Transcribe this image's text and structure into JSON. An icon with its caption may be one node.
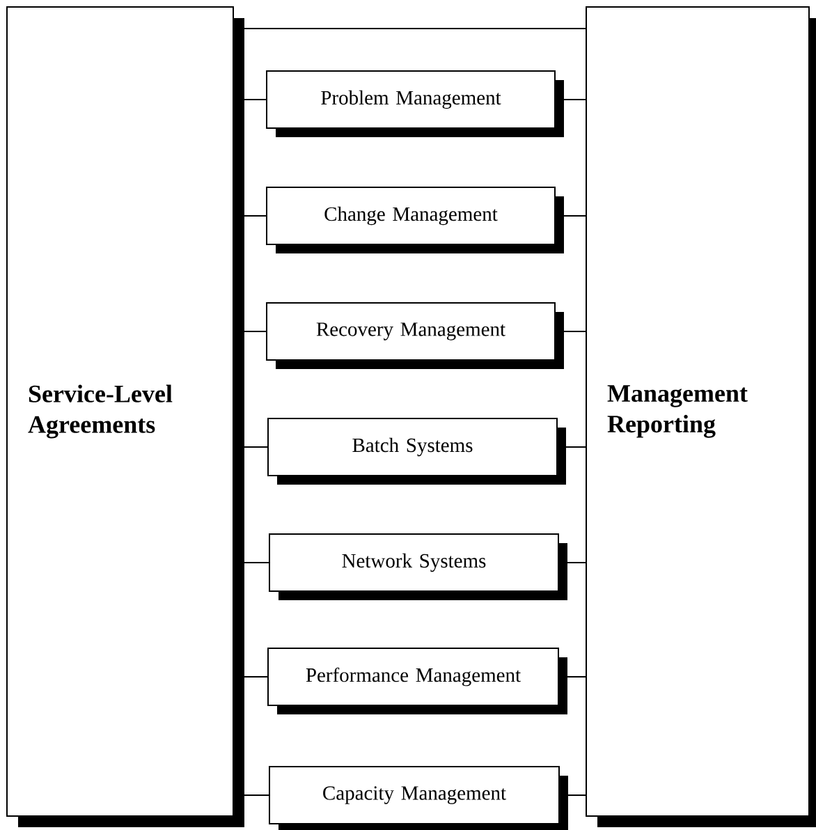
{
  "diagram": {
    "nodes": [
      {
        "text": [
          "Service-Level Agreements"
        ]
      },
      {
        "text": [
          "Management Reporting"
        ]
      },
      {
        "text": [
          "Problem Management"
        ]
      },
      {
        "text": [
          "Change Management"
        ]
      },
      {
        "text": [
          "Recovery Management"
        ]
      },
      {
        "text": [
          "Batch Systems"
        ]
      },
      {
        "text": [
          "Network Systems"
        ]
      },
      {
        "text": [
          "Performance Management"
        ]
      },
      {
        "text": [
          "Capacity Management"
        ]
      }
    ],
    "edges": [
      {
        "from": 0,
        "to": 1,
        "arrow": "none"
      },
      {
        "from": 0,
        "to": 2,
        "arrow": "none"
      },
      {
        "from": 2,
        "to": 1,
        "arrow": "none"
      },
      {
        "from": 0,
        "to": 3,
        "arrow": "none"
      },
      {
        "from": 3,
        "to": 1,
        "arrow": "none"
      },
      {
        "from": 0,
        "to": 4,
        "arrow": "none"
      },
      {
        "from": 4,
        "to": 1,
        "arrow": "none"
      },
      {
        "from": 0,
        "to": 5,
        "arrow": "none"
      },
      {
        "from": 5,
        "to": 1,
        "arrow": "none"
      },
      {
        "from": 0,
        "to": 6,
        "arrow": "none"
      },
      {
        "from": 6,
        "to": 1,
        "arrow": "none"
      },
      {
        "from": 0,
        "to": 7,
        "arrow": "none"
      },
      {
        "from": 7,
        "to": 1,
        "arrow": "none"
      },
      {
        "from": 0,
        "to": 8,
        "arrow": "none"
      },
      {
        "from": 8,
        "to": 1,
        "arrow": "none"
      }
    ]
  }
}
